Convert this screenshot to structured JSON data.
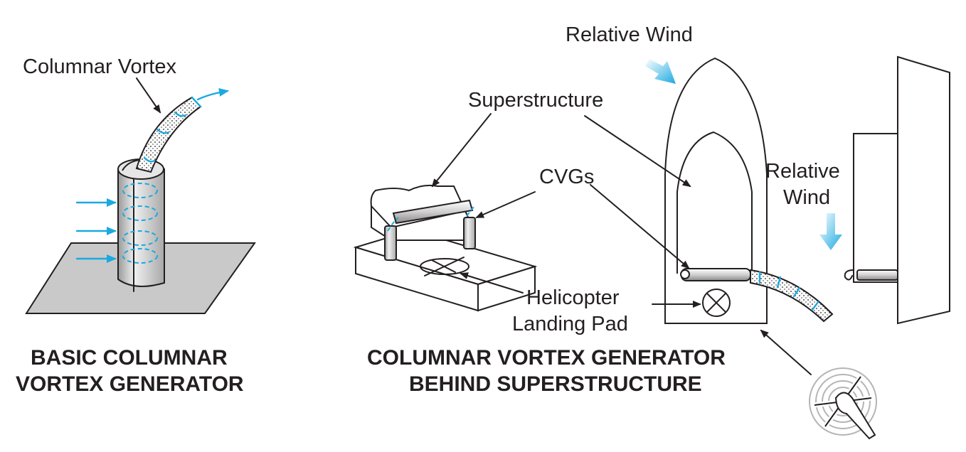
{
  "labels": {
    "columnar_vortex": "Columnar Vortex",
    "relative_wind_top": "Relative Wind",
    "superstructure": "Superstructure",
    "cvgs": "CVGs",
    "relative_wind_side_1": "Relative",
    "relative_wind_side_2": "Wind",
    "helicopter_1": "Helicopter",
    "helicopter_2": "Landing Pad"
  },
  "captions": {
    "left_1": "BASIC COLUMNAR",
    "left_2": "VORTEX GENERATOR",
    "middle_1": "COLUMNAR VORTEX GENERATOR",
    "middle_2": "BEHIND SUPERSTRUCTURE"
  },
  "colors": {
    "ink": "#231f20",
    "accent_blue": "#1ba9e1",
    "ground_gray": "#c9c9c9",
    "metal_gray": "#d9d9d9"
  },
  "icons": {
    "helicopter": "helicopter-rotor-icon",
    "landing_pad": "landing-pad-cross-icon"
  }
}
